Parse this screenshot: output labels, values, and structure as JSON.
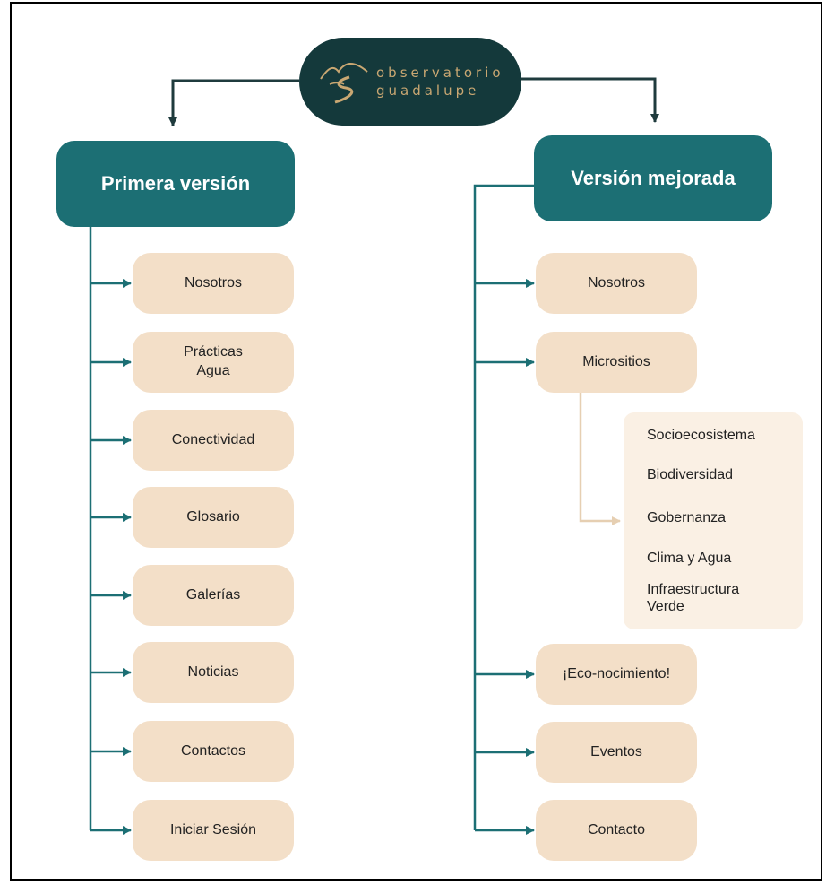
{
  "logo": {
    "line1": "observatorio",
    "line2": "guadalupe",
    "icon": "mountain-river-icon",
    "bg_color": "#14393b",
    "text_color": "#c9a772"
  },
  "versions": {
    "left_title": "Primera versión",
    "right_title": "Versión mejorada",
    "color": "#1c6f74"
  },
  "left_items": [
    "Nosotros",
    "Prácticas Agua",
    "Conectividad",
    "Glosario",
    "Galerías",
    "Noticias",
    "Contactos",
    "Iniciar Sesión"
  ],
  "right_items": [
    "Nosotros",
    "Micrositios",
    "¡Eco-nocimiento!",
    "Eventos",
    "Contacto"
  ],
  "micrositios_sub": [
    "Socioecosistema",
    "Biodiversidad",
    "Gobernanza",
    "Clima y Agua",
    "Infraestructura Verde"
  ],
  "colors": {
    "item_bg": "#f3dfc8",
    "sub_bg": "#faf0e4",
    "connector": "#1c6f74",
    "sub_connector": "#e6cfb2"
  }
}
